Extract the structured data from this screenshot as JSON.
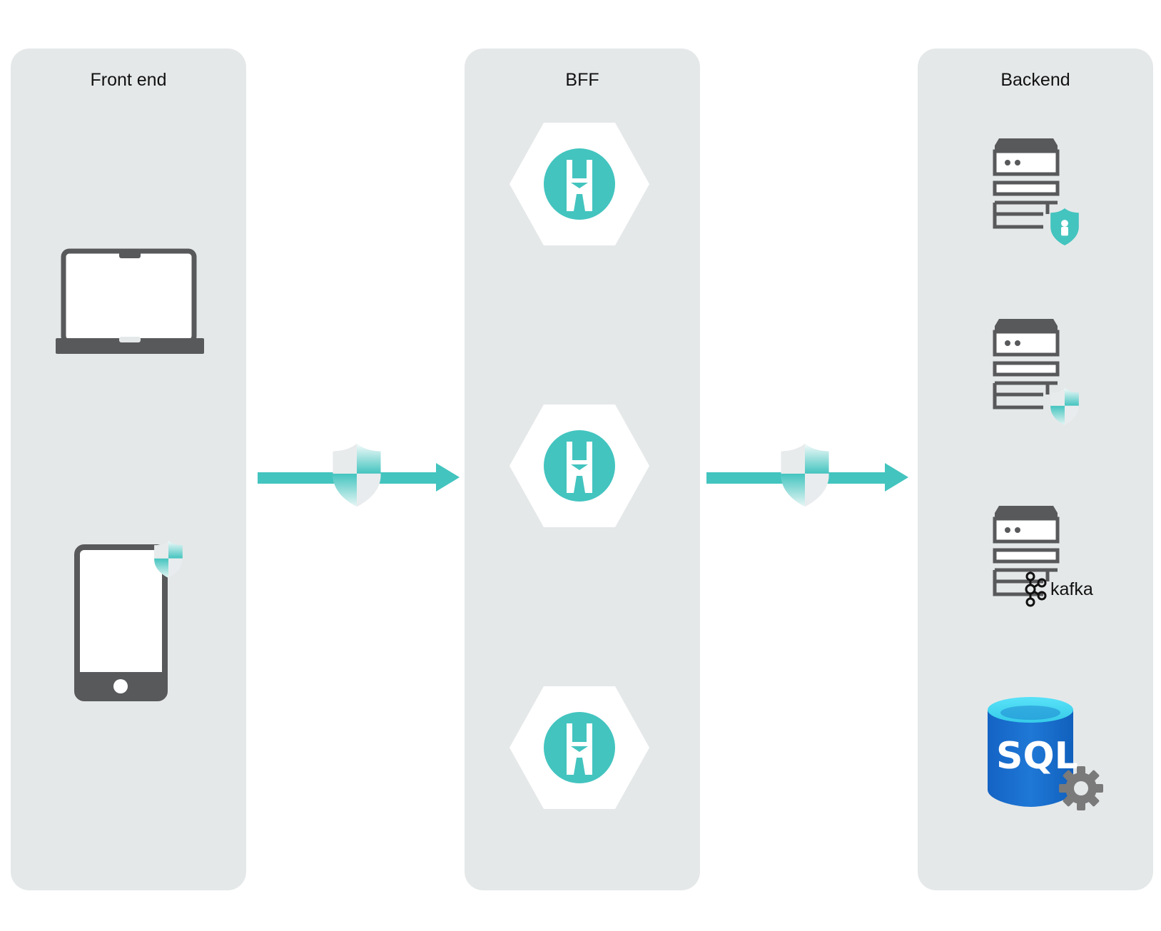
{
  "panels": {
    "frontend": {
      "title": "Front end"
    },
    "bff": {
      "title": "BFF"
    },
    "backend": {
      "title": "Backend"
    }
  },
  "backend": {
    "kafka_label": "kafka",
    "sql_label": "SQL"
  },
  "icons": {
    "laptop": "laptop-icon",
    "tablet": "tablet-icon",
    "security": "shield-icon",
    "gateway": "api-gateway-icon",
    "server": "server-icon",
    "database": "sql-database-icon",
    "gear": "gear-icon",
    "lock": "lock-icon",
    "kafka": "kafka-icon",
    "arrow": "arrow-right-icon"
  },
  "colors": {
    "panel_bg": "#e5e8e9",
    "teal": "#43c4bf",
    "device_gray": "#58595b",
    "sql_blue": "#1a6ec7"
  }
}
